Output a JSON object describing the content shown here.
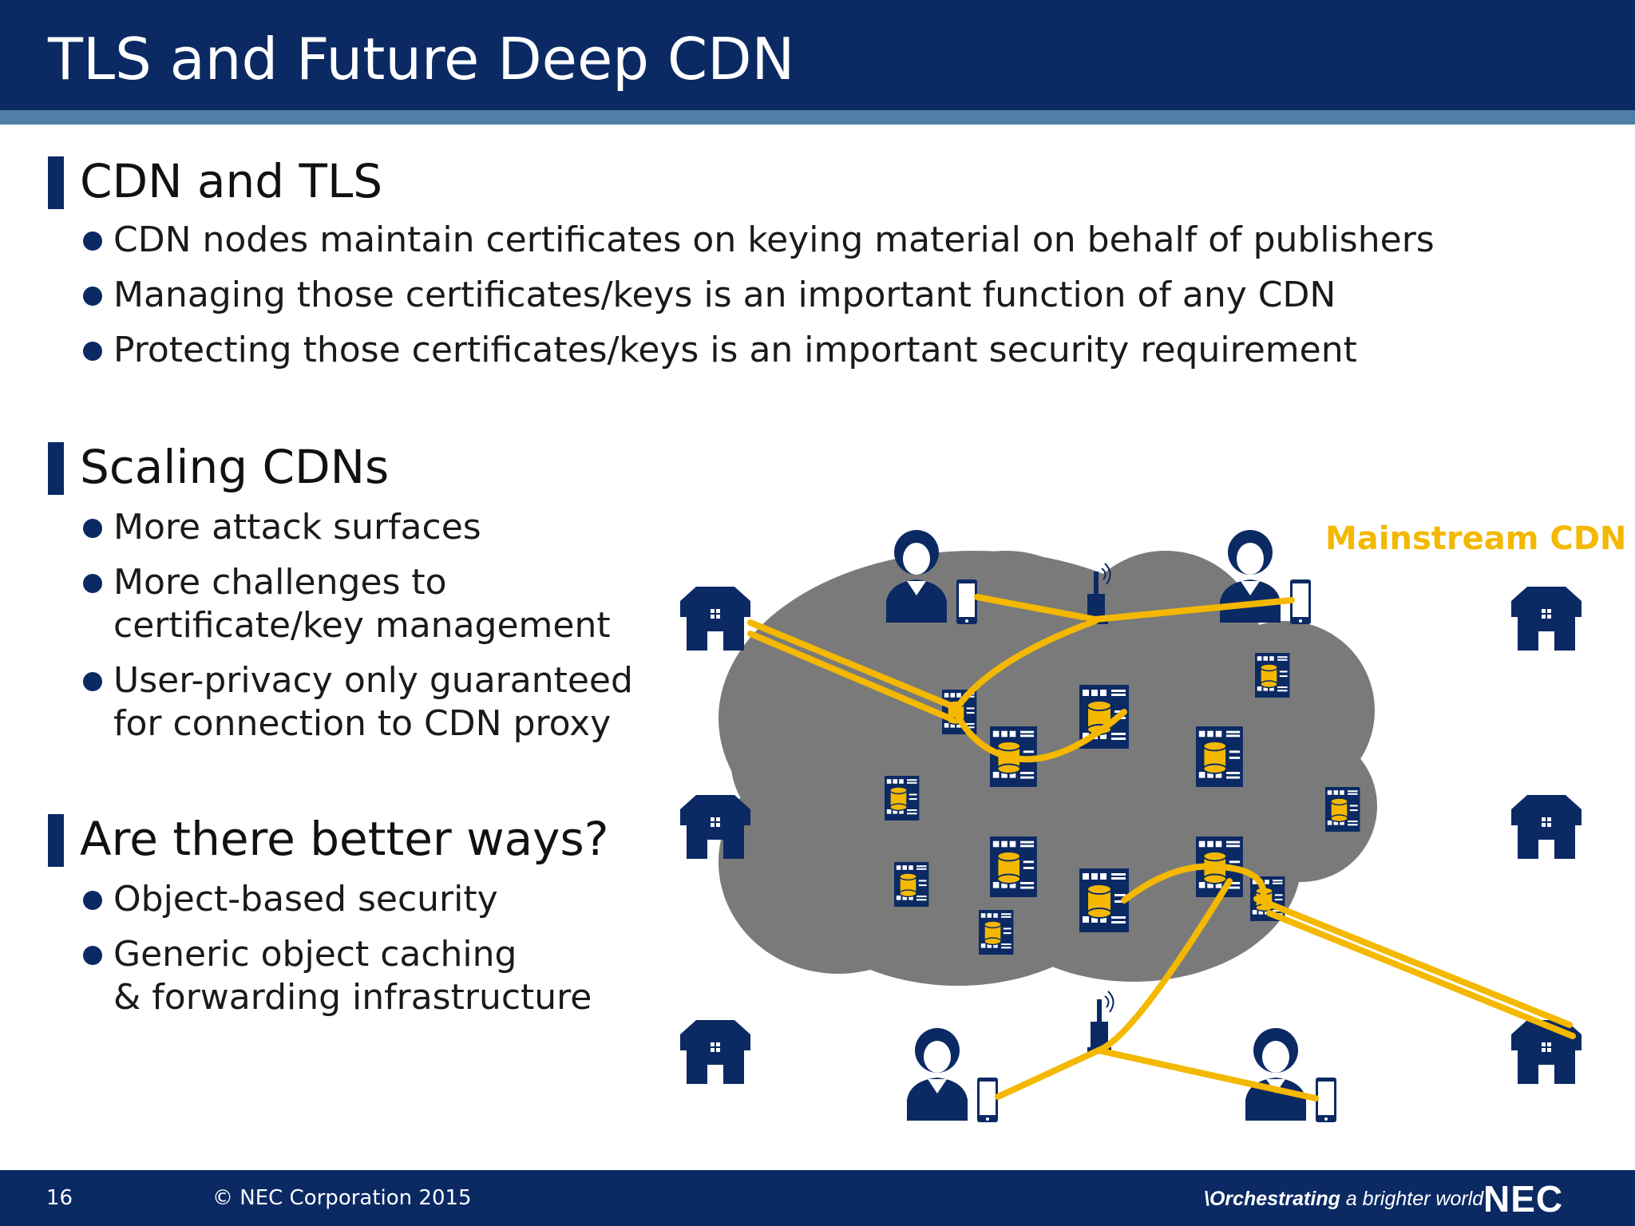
{
  "slide": {
    "title": "TLS and Future Deep CDN"
  },
  "sections": [
    {
      "heading": "CDN and TLS",
      "bullets": [
        "CDN nodes maintain certificates on keying material on behalf of publishers",
        "Managing those certificates/keys is an important function of any CDN",
        "Protecting those certificates/keys is an important security requirement"
      ]
    },
    {
      "heading": "Scaling CDNs",
      "bullets": [
        "More attack surfaces",
        [
          "More challenges to",
          "certificate/key management"
        ],
        [
          "User-privacy only guaranteed",
          "for connection to CDN proxy"
        ]
      ]
    },
    {
      "heading": "Are there better ways?",
      "bullets": [
        "Object-based security",
        [
          "Generic object caching",
          "& forwarding infrastructure"
        ]
      ]
    }
  ],
  "diagram": {
    "label": "Mainstream CDN",
    "colors": {
      "navy": "#0b2a64",
      "cloud": "#7a7a7a",
      "link": "#f4b800"
    }
  },
  "footer": {
    "page_number": "16",
    "copyright": "© NEC Corporation 2015",
    "tagline_strong": "\\Orchestrating",
    "tagline_rest": "a brighter world",
    "logo": "NEC"
  }
}
